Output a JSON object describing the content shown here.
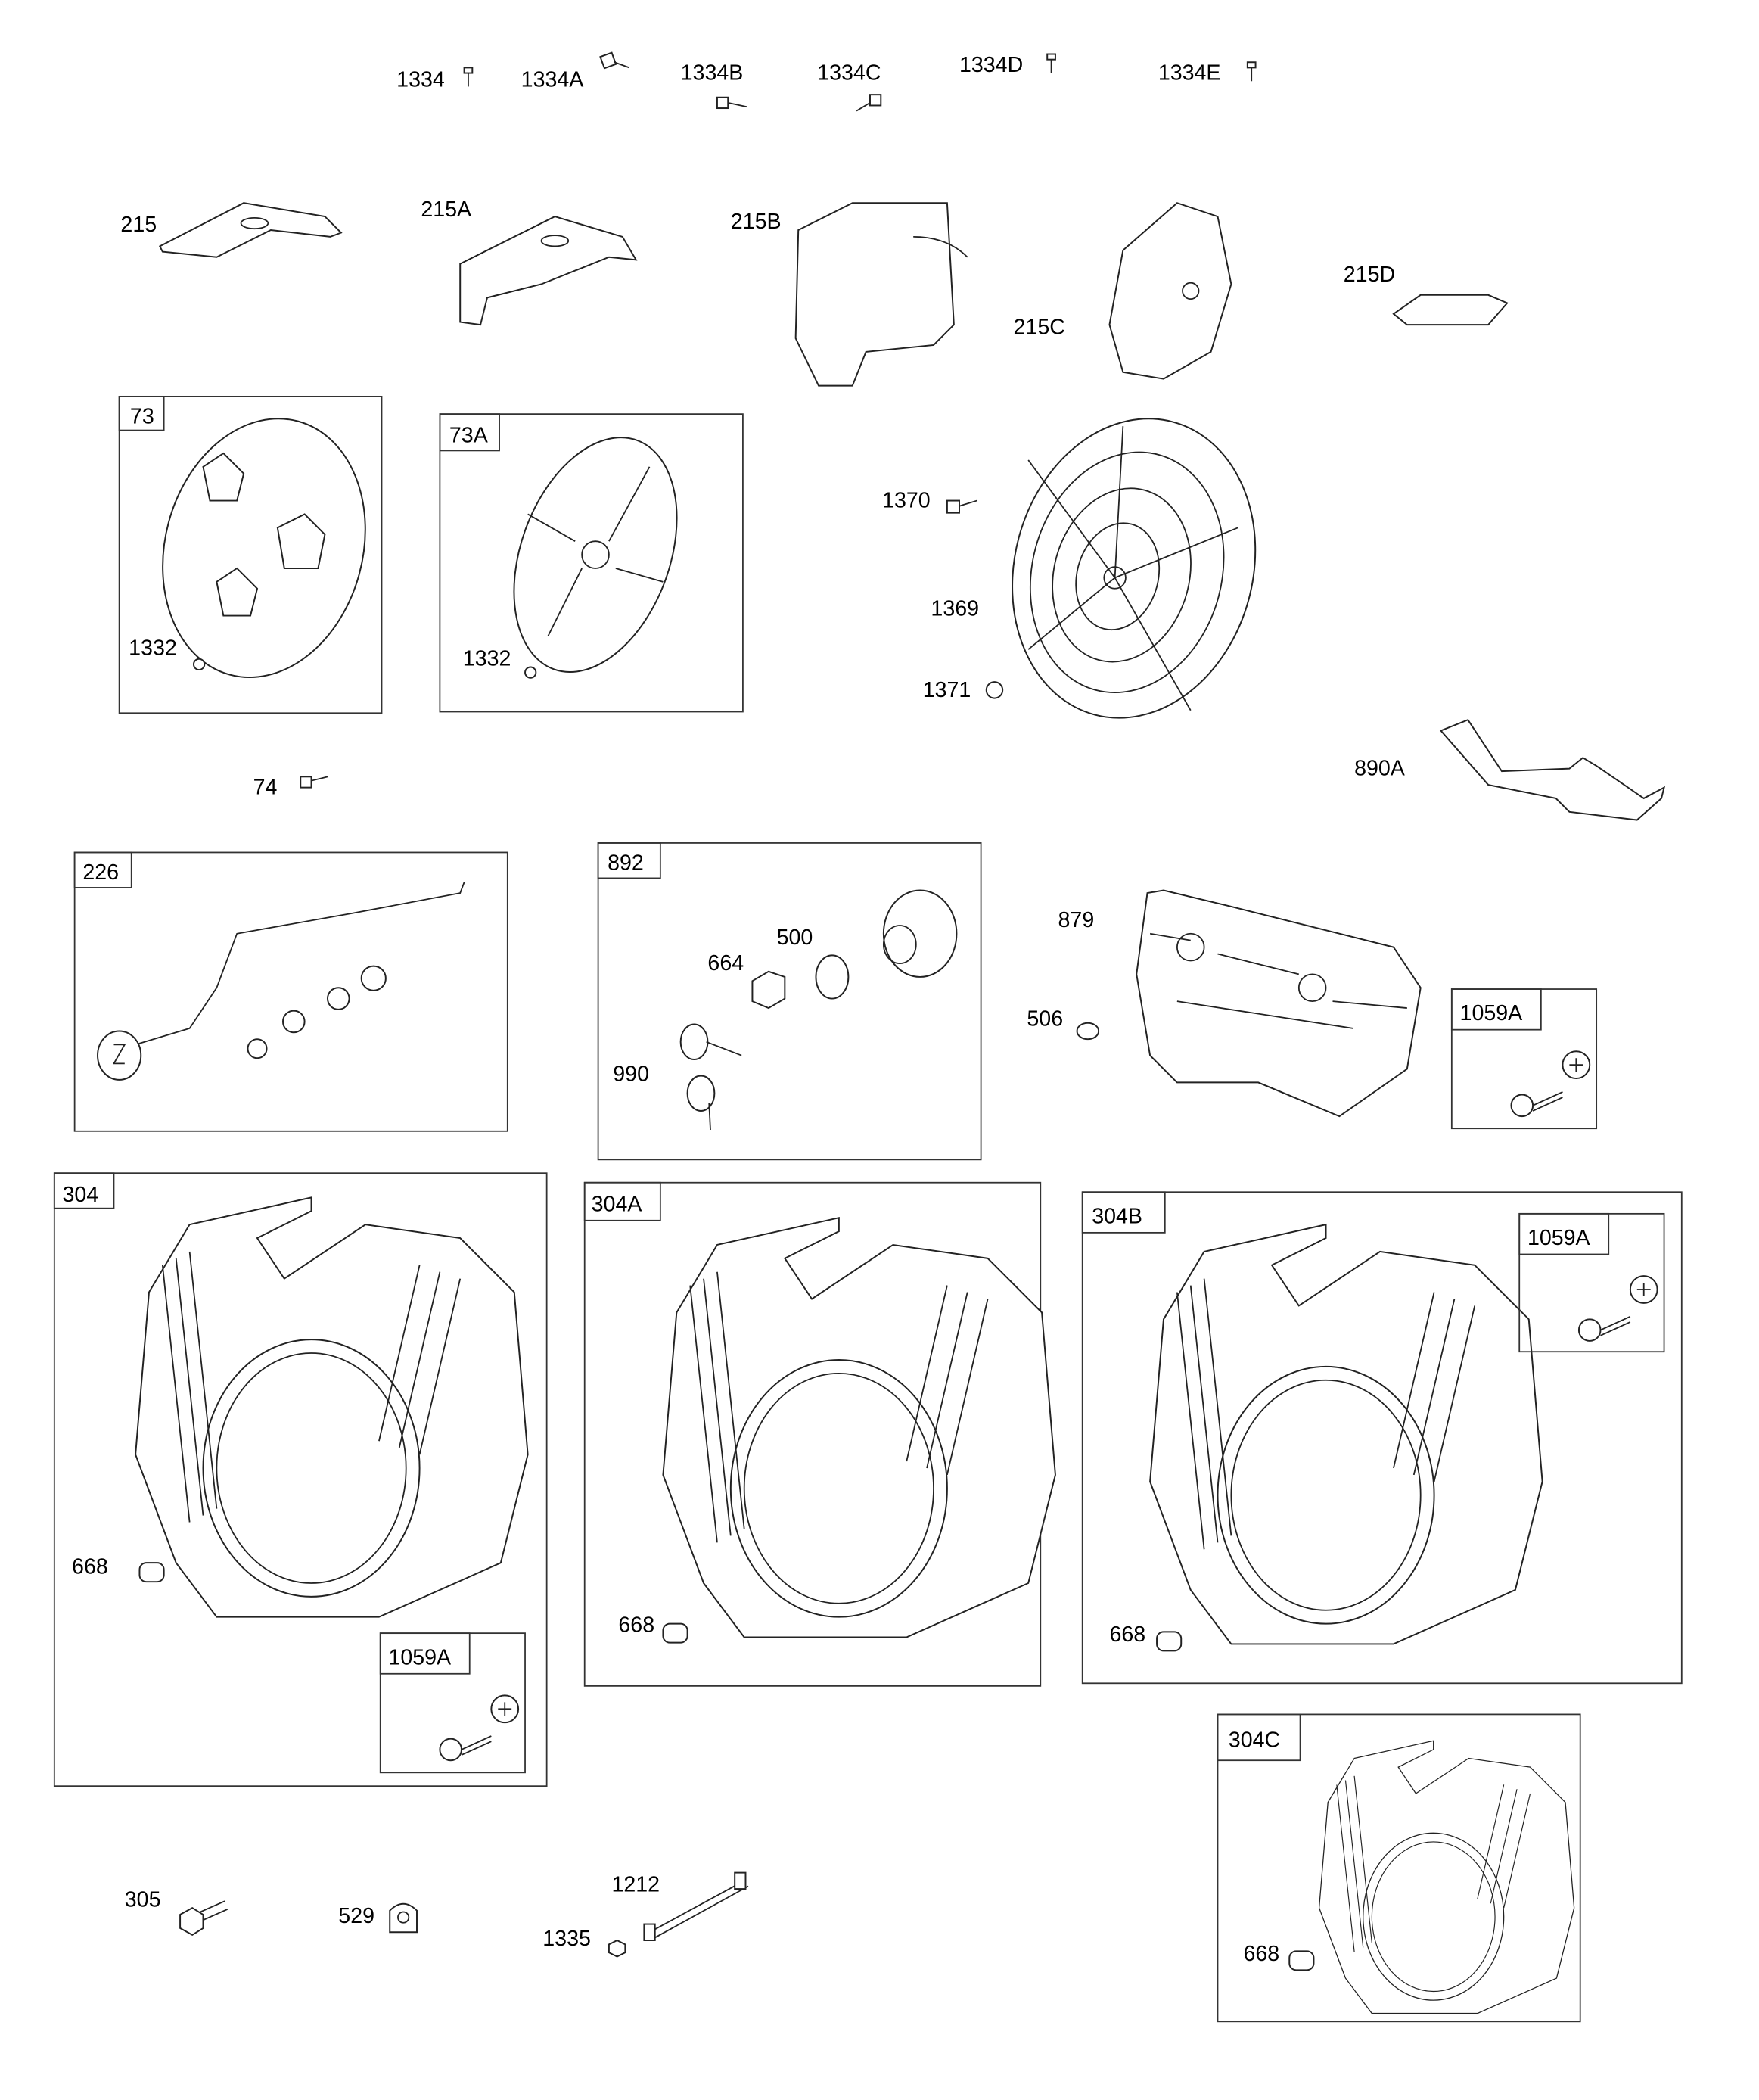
{
  "labels": {
    "l1334": "1334",
    "l1334A": "1334A",
    "l1334B": "1334B",
    "l1334C": "1334C",
    "l1334D": "1334D",
    "l1334E": "1334E",
    "l215": "215",
    "l215A": "215A",
    "l215B": "215B",
    "l215C": "215C",
    "l215D": "215D",
    "l73": "73",
    "l73A": "73A",
    "l1332": "1332",
    "l1370": "1370",
    "l1369": "1369",
    "l1371": "1371",
    "l74": "74",
    "l890A": "890A",
    "l226": "226",
    "l892": "892",
    "l664": "664",
    "l500": "500",
    "l990": "990",
    "l879": "879",
    "l506": "506",
    "l1059A": "1059A",
    "l304": "304",
    "l304A": "304A",
    "l304B": "304B",
    "l304C": "304C",
    "l668": "668",
    "l305": "305",
    "l529": "529",
    "l1212": "1212",
    "l1335": "1335"
  }
}
